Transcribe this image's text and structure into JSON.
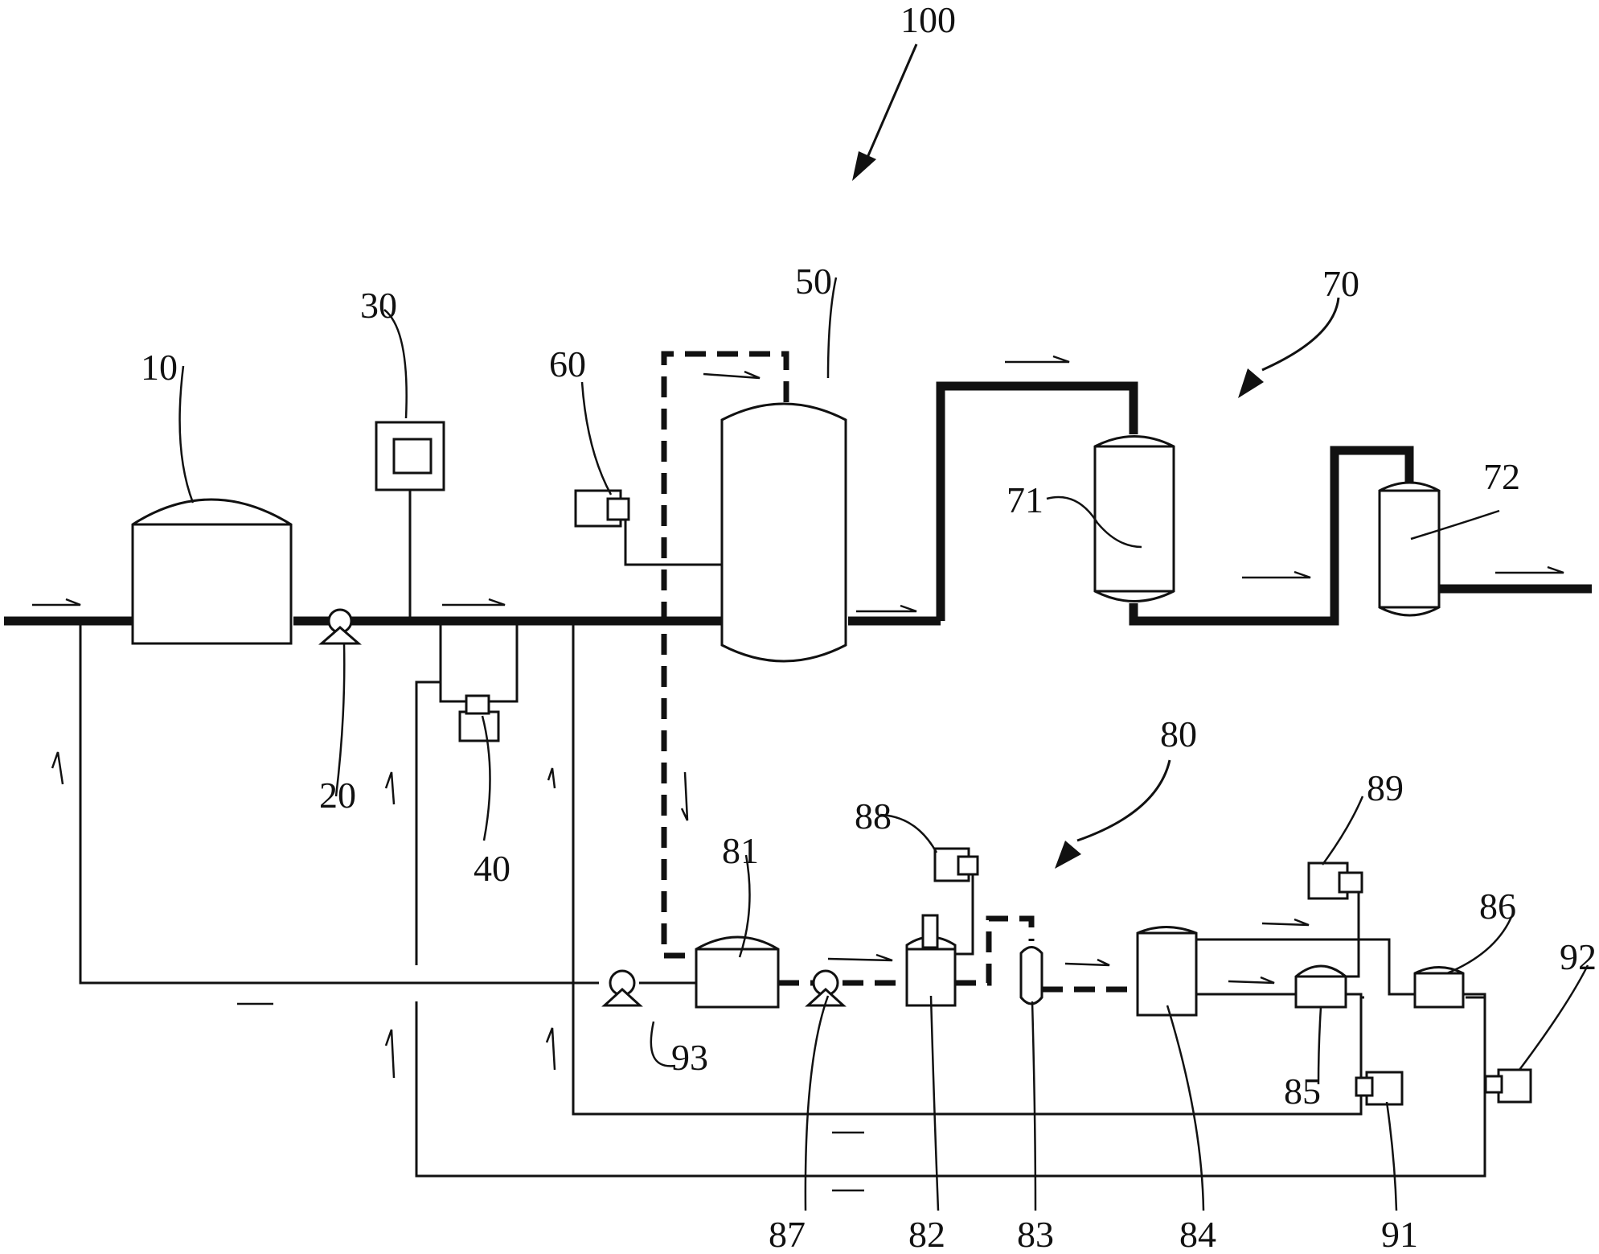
{
  "diagram": {
    "system_label": "100",
    "labels": {
      "l10": "10",
      "l20": "20",
      "l30": "30",
      "l40": "40",
      "l50": "50",
      "l60": "60",
      "l70": "70",
      "l71": "71",
      "l72": "72",
      "l80": "80",
      "l81": "81",
      "l82": "82",
      "l83": "83",
      "l84": "84",
      "l85": "85",
      "l86": "86",
      "l87": "87",
      "l88": "88",
      "l89": "89",
      "l91": "91",
      "l92": "92",
      "l93": "93"
    },
    "line_color": "#111111",
    "background": "#ffffff"
  }
}
